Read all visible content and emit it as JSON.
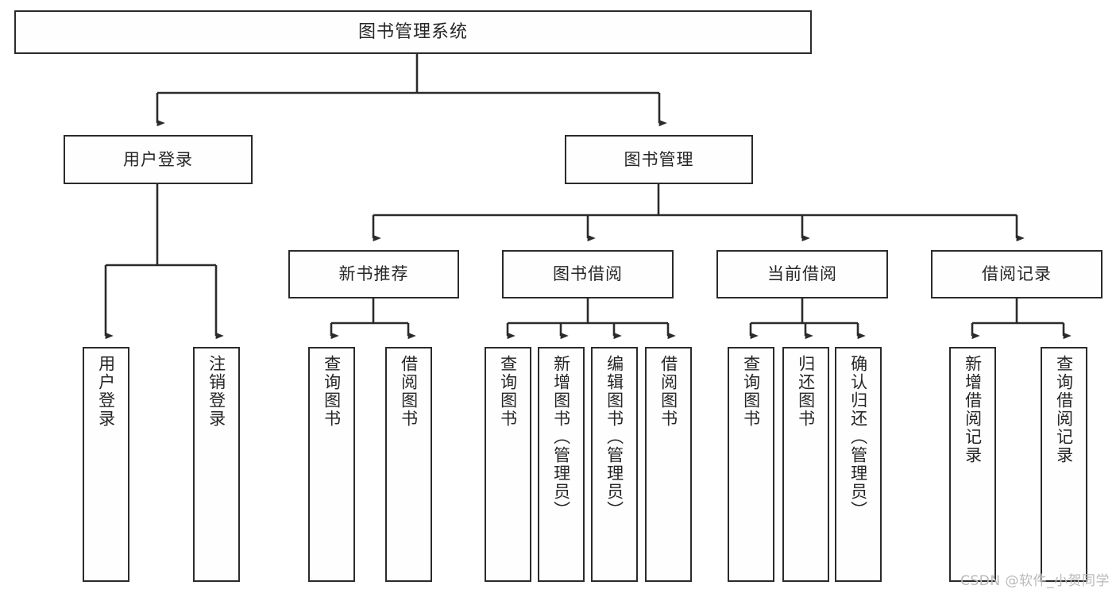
{
  "diagram": {
    "title": "图书管理系统",
    "type": "hierarchy-tree",
    "watermark": "CSDN @软件_小贺同学",
    "colors": {
      "box_border": "#2b2b2b",
      "box_fill": "#fefefe",
      "edge": "#2b2b2b",
      "text": "#262626",
      "watermark": "#b9b9b9",
      "background": "#ffffff"
    },
    "nodes": {
      "root": {
        "label": "图书管理系统",
        "level": 1,
        "orientation": "horizontal"
      },
      "user_login": {
        "label": "用户登录",
        "level": 2,
        "orientation": "horizontal"
      },
      "book_manage": {
        "label": "图书管理",
        "level": 2,
        "orientation": "horizontal"
      },
      "new_book_rec": {
        "label": "新书推荐",
        "level": 3,
        "orientation": "horizontal"
      },
      "book_borrow": {
        "label": "图书借阅",
        "level": 3,
        "orientation": "horizontal"
      },
      "current_borrow": {
        "label": "当前借阅",
        "level": 3,
        "orientation": "horizontal"
      },
      "borrow_record": {
        "label": "借阅记录",
        "level": 3,
        "orientation": "horizontal"
      },
      "leaf_user_login": {
        "label": "用户登录",
        "level": 4,
        "orientation": "vertical"
      },
      "leaf_logout": {
        "label": "注销登录",
        "level": 4,
        "orientation": "vertical"
      },
      "leaf_query_book_1": {
        "label": "查询图书",
        "level": 4,
        "orientation": "vertical"
      },
      "leaf_borrow_book_1": {
        "label": "借阅图书",
        "level": 4,
        "orientation": "vertical"
      },
      "leaf_query_book_2": {
        "label": "查询图书",
        "level": 4,
        "orientation": "vertical"
      },
      "leaf_add_book": {
        "label": "新增图书（管理员）",
        "level": 4,
        "orientation": "vertical"
      },
      "leaf_edit_book": {
        "label": "编辑图书（管理员）",
        "level": 4,
        "orientation": "vertical"
      },
      "leaf_borrow_book_2": {
        "label": "借阅图书",
        "level": 4,
        "orientation": "vertical"
      },
      "leaf_query_book_3": {
        "label": "查询图书",
        "level": 4,
        "orientation": "vertical"
      },
      "leaf_return_book": {
        "label": "归还图书",
        "level": 4,
        "orientation": "vertical"
      },
      "leaf_confirm_return": {
        "label": "确认归还（管理员）",
        "level": 4,
        "orientation": "vertical"
      },
      "leaf_add_record": {
        "label": "新增借阅记录",
        "level": 4,
        "orientation": "vertical"
      },
      "leaf_query_record": {
        "label": "查询借阅记录",
        "level": 4,
        "orientation": "vertical"
      }
    },
    "edges": [
      {
        "from": "root",
        "to": "user_login"
      },
      {
        "from": "root",
        "to": "book_manage"
      },
      {
        "from": "user_login",
        "to": "leaf_user_login"
      },
      {
        "from": "user_login",
        "to": "leaf_logout"
      },
      {
        "from": "book_manage",
        "to": "new_book_rec"
      },
      {
        "from": "book_manage",
        "to": "book_borrow"
      },
      {
        "from": "book_manage",
        "to": "current_borrow"
      },
      {
        "from": "book_manage",
        "to": "borrow_record"
      },
      {
        "from": "new_book_rec",
        "to": "leaf_query_book_1"
      },
      {
        "from": "new_book_rec",
        "to": "leaf_borrow_book_1"
      },
      {
        "from": "book_borrow",
        "to": "leaf_query_book_2"
      },
      {
        "from": "book_borrow",
        "to": "leaf_add_book"
      },
      {
        "from": "book_borrow",
        "to": "leaf_edit_book"
      },
      {
        "from": "book_borrow",
        "to": "leaf_borrow_book_2"
      },
      {
        "from": "current_borrow",
        "to": "leaf_query_book_3"
      },
      {
        "from": "current_borrow",
        "to": "leaf_return_book"
      },
      {
        "from": "current_borrow",
        "to": "leaf_confirm_return"
      },
      {
        "from": "borrow_record",
        "to": "leaf_add_record"
      },
      {
        "from": "borrow_record",
        "to": "leaf_query_record"
      }
    ]
  }
}
